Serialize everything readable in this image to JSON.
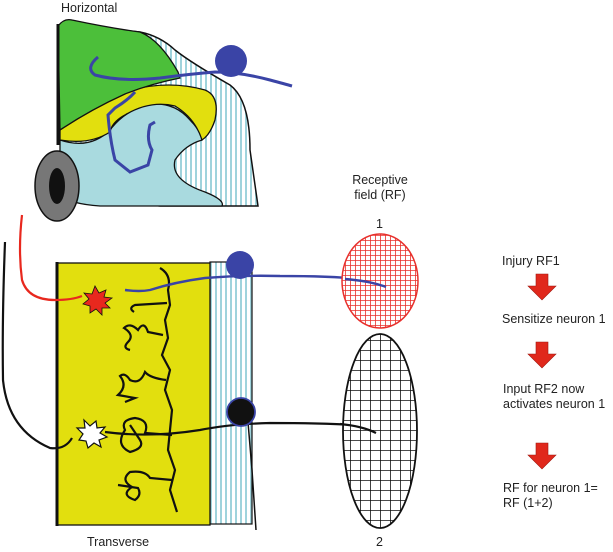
{
  "labels": {
    "horizontal": "Horizontal",
    "transverse": "Transverse",
    "receptive_field_line1": "Receptive",
    "receptive_field_line2": "field (RF)",
    "rf1_number": "1",
    "rf2_number": "2"
  },
  "flow_steps": [
    {
      "line1": "Injury RF1",
      "line2": ""
    },
    {
      "line1": "Sensitize neuron 1",
      "line2": ""
    },
    {
      "line1": "Input RF2 now",
      "line2": "activates neuron 1"
    },
    {
      "line1": "RF for neuron 1=",
      "line2": "RF (1+2)"
    }
  ],
  "colors": {
    "green_region": "#4cbf3a",
    "yellow_region": "#e2df0e",
    "light_blue_region": "#a9dadf",
    "hatch_stripe": "#9fd3dc",
    "neuron1_blue": "#3a44a6",
    "neuron2_black": "#111111",
    "injury_red": "#e8281e",
    "rf1_red": "#e8302c",
    "rf2_grid": "#111111",
    "arrow_red": "#e0281c",
    "root_gray": "#777777"
  }
}
